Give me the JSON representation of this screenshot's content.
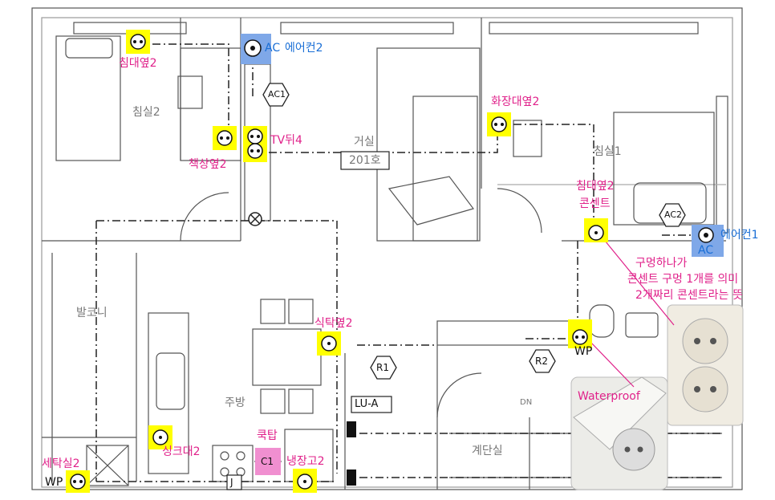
{
  "outlets": {
    "bed2_side": "침대옆2",
    "desk_side": "책상옆2",
    "tv_back": "TV뒤4",
    "vanity_side": "화장대옆2",
    "bed1_side": "침대옆2",
    "bed1_side_sub": "콘센트",
    "dining_side": "식탁옆2",
    "sink": "싱크대2",
    "fridge": "냉장고2",
    "laundry": "세탁실2",
    "wp_right": "WP",
    "wp_left": "WP"
  },
  "aircon": {
    "ac_label": "AC",
    "aircon2": "에어컨2",
    "aircon1": "에어컨1",
    "ac1_tag": "AC1",
    "ac2_tag": "AC2"
  },
  "rooms": {
    "bedroom2": "침실2",
    "living": "거실",
    "unit": "201호",
    "bedroom1": "침실1",
    "balcony": "발코니",
    "kitchen": "주방",
    "stairs": "계단실",
    "dn": "DN"
  },
  "tags": {
    "r1": "R1",
    "r2": "R2",
    "lua": "LU-A",
    "c1": "C1",
    "cooktop": "쿡탑",
    "j": "J"
  },
  "notes": {
    "line1": "구멍하나가",
    "line2": "콘센트 구멍 1개를 의미",
    "line3": "2개짜리 콘센트라는 뜻",
    "waterproof": "Waterproof"
  }
}
